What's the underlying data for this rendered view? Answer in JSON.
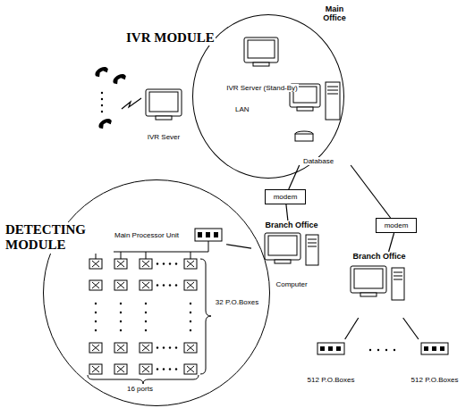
{
  "diagram": {
    "nodes": [
      {
        "text": [
          "Main Office"
        ]
      },
      {
        "text": [
          "IVR Server (Stand-By)"
        ],
        "in": 0
      },
      {
        "text": [
          "Database"
        ],
        "in": 0
      },
      {
        "text": [
          "IVR Sever"
        ]
      },
      {
        "text": [
          "modem"
        ]
      },
      {
        "text": [
          "modem"
        ]
      },
      {
        "text": [
          "DETECTING MODULE"
        ]
      },
      {
        "text": [
          "Branch Office",
          "Computer"
        ],
        "in": 6
      },
      {
        "text": [
          "Main Processor Unit"
        ],
        "in": 6
      },
      {
        "text": [
          "Branch Office"
        ]
      },
      {
        "text": [
          "512 P.O.Boxes"
        ]
      },
      {
        "text": [
          "512 P.O.Boxes"
        ]
      }
    ],
    "edges": [
      {
        "from": 2,
        "to": 4,
        "arrow": "none"
      },
      {
        "from": 2,
        "to": 5,
        "arrow": "none"
      },
      {
        "from": 4,
        "to": 7,
        "arrow": "none"
      },
      {
        "from": 5,
        "to": 9,
        "arrow": "none"
      },
      {
        "from": 8,
        "to": 7,
        "arrow": "none"
      },
      {
        "from": 9,
        "to": 10,
        "arrow": "none"
      },
      {
        "from": 9,
        "to": 11,
        "arrow": "none"
      }
    ],
    "labels": [
      "IVR MODULE",
      "LAN",
      "32 P.O.Boxes",
      "16 ports"
    ]
  }
}
